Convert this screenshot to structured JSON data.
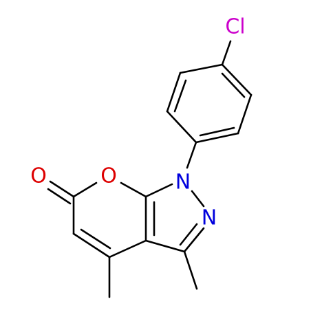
{
  "colors": {
    "background": "#ffffff",
    "bond": "#000000",
    "chlorine": "#cc00cc",
    "oxygen": "#dd0000",
    "nitrogen": "#0000dd"
  },
  "atoms": {
    "chlorine": "Cl",
    "carbonyl_oxygen": "O",
    "ring_oxygen": "O",
    "n1": "N",
    "n2": "N"
  }
}
